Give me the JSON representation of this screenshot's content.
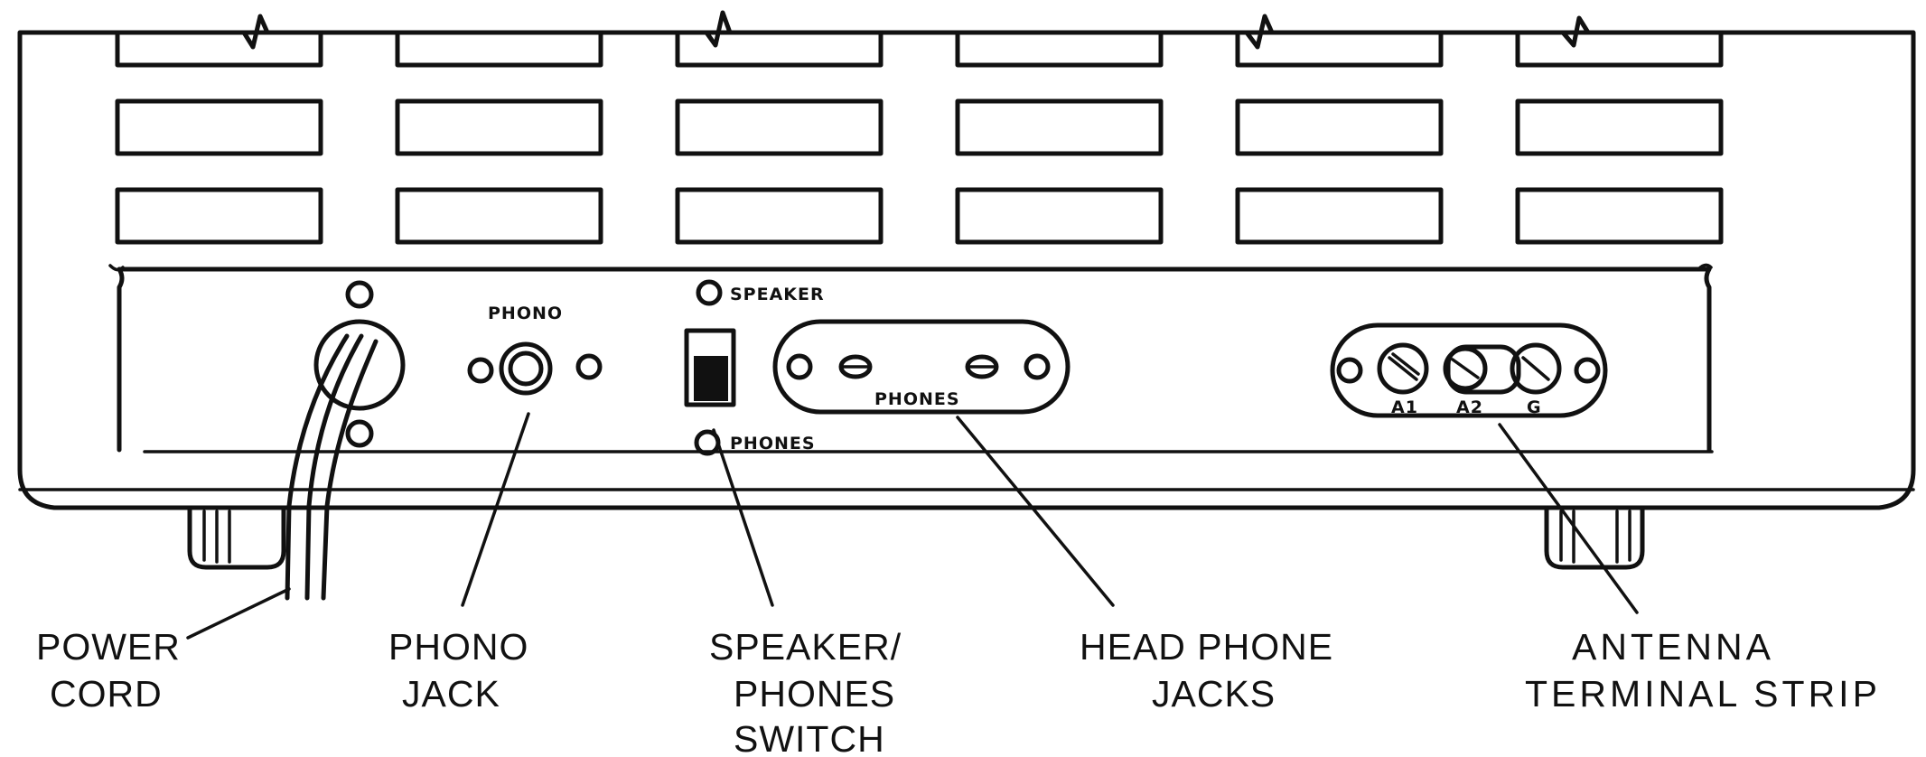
{
  "panel_labels": {
    "speaker": "SPEAKER",
    "phones_switch": "PHONES",
    "phono": "PHONO",
    "phones_jacks": "PHONES",
    "a1": "A1",
    "a2": "A2",
    "g": "G"
  },
  "callouts": {
    "power_cord": [
      "POWER",
      "CORD"
    ],
    "phono_jack": [
      "PHONO",
      "JACK"
    ],
    "speaker_switch": [
      "SPEAKER/",
      "PHONES",
      "SWITCH"
    ],
    "head_phone_jacks": [
      "HEAD PHONE",
      "JACKS"
    ],
    "antenna": [
      "ANTENNA",
      "TERMINAL STRIP"
    ]
  }
}
